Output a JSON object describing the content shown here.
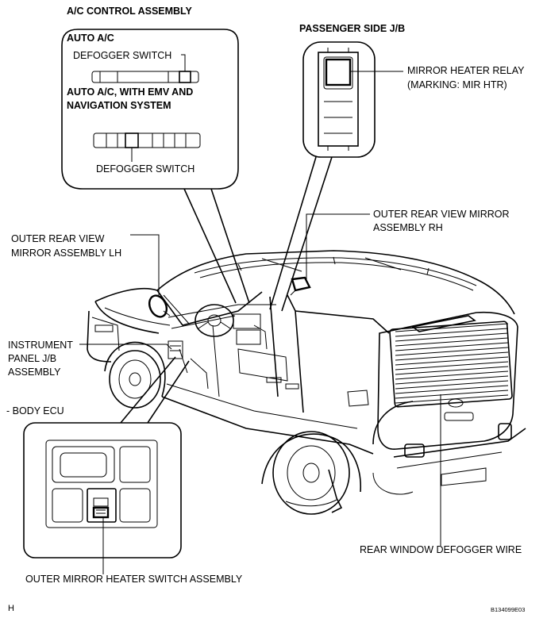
{
  "labels": {
    "ac_control_assembly": "A/C CONTROL ASSEMBLY",
    "auto_ac": "AUTO A/C",
    "defogger_switch_top": "DEFOGGER SWITCH",
    "auto_ac_emv_line1": "AUTO A/C, WITH EMV AND",
    "auto_ac_emv_line2": "NAVIGATION SYSTEM",
    "defogger_switch_bottom": "DEFOGGER SWITCH",
    "passenger_side_jb": "PASSENGER SIDE J/B",
    "mirror_heater_relay_line1": "MIRROR HEATER RELAY",
    "mirror_heater_relay_line2": "(MARKING: MIR HTR)",
    "outer_mirror_rh_line1": "OUTER REAR VIEW MIRROR",
    "outer_mirror_rh_line2": "ASSEMBLY RH",
    "outer_mirror_lh_line1": "OUTER REAR VIEW",
    "outer_mirror_lh_line2": "MIRROR ASSEMBLY LH",
    "instrument_panel_line1": "INSTRUMENT",
    "instrument_panel_line2": "PANEL J/B",
    "instrument_panel_line3": "ASSEMBLY",
    "body_ecu": "- BODY ECU",
    "rear_window_defogger": "REAR WINDOW DEFOGGER WIRE",
    "outer_mirror_heater_switch": "OUTER MIRROR HEATER SWITCH ASSEMBLY",
    "corner_letter": "H",
    "figure_code": "B134099E03"
  }
}
